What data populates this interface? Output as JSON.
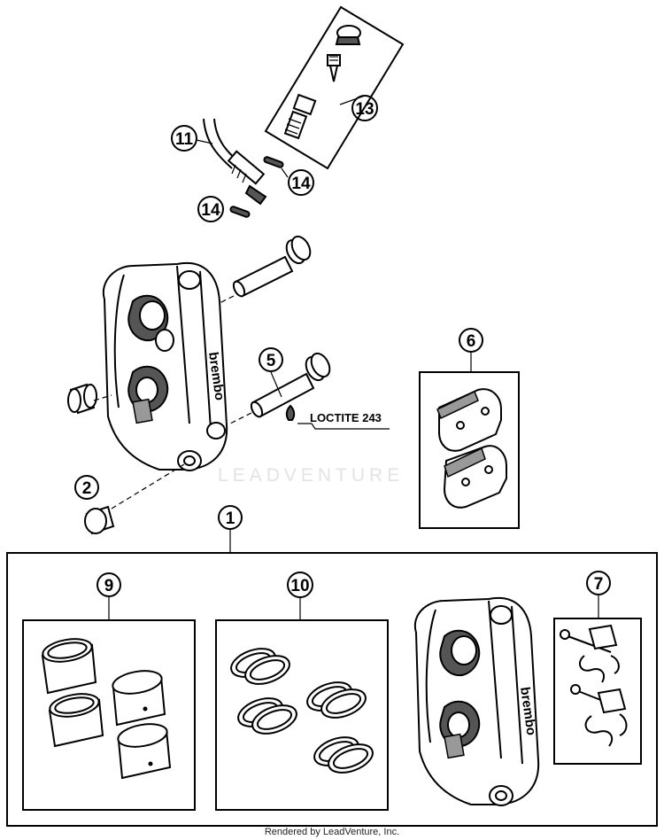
{
  "callouts": {
    "c1": "1",
    "c2": "2",
    "c5": "5",
    "c6": "6",
    "c7": "7",
    "c9": "9",
    "c10": "10",
    "c11": "11",
    "c13": "13",
    "c14a": "14",
    "c14b": "14"
  },
  "annotation": "LOCTITE 243",
  "caliper_brand": "brembo",
  "watermark": "LEADVENTURE",
  "footer": "Rendered by LeadVenture, Inc."
}
